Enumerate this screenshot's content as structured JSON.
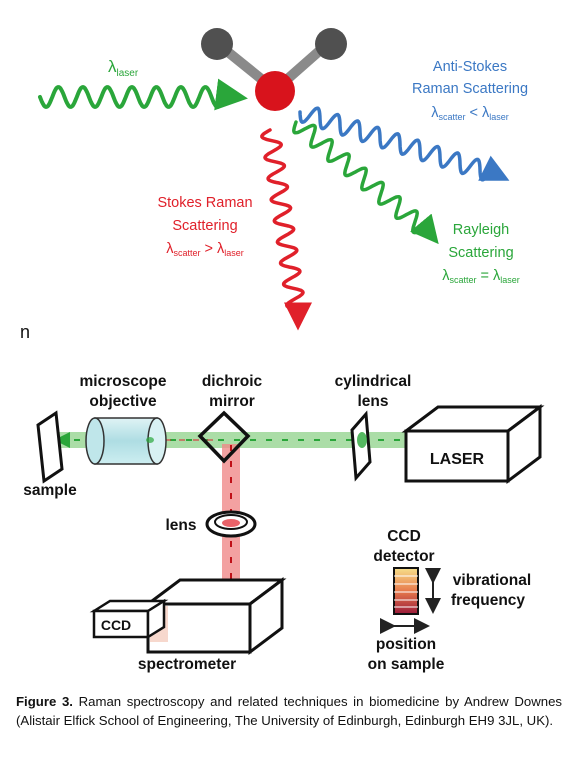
{
  "top_diagram": {
    "laser_label": {
      "sym": "λ",
      "sub": "laser"
    },
    "anti_stokes": {
      "line1": "Anti-Stokes",
      "line2": "Raman Scattering",
      "rel": {
        "sym1": "λ",
        "sub1": "scatter",
        "op": " < ",
        "sym2": "λ",
        "sub2": "laser"
      }
    },
    "stokes": {
      "line1": "Stokes Raman",
      "line2": "Scattering",
      "rel": {
        "sym1": "λ",
        "sub1": "scatter",
        "op": " > ",
        "sym2": "λ",
        "sub2": "laser"
      }
    },
    "rayleigh": {
      "line1": "Rayleigh",
      "line2": "Scattering",
      "rel": {
        "sym1": "λ",
        "sub1": "scatter",
        "op": " = ",
        "sym2": "λ",
        "sub2": "laser"
      }
    },
    "colors": {
      "laser": "#2aa63a",
      "anti_stokes": "#3b78c4",
      "stokes": "#e0202a",
      "rayleigh": "#2aa63a",
      "molecule_center": "#d8131c",
      "molecule_atoms": "#505050"
    }
  },
  "stray_letter": "n",
  "bottom_diagram": {
    "labels": {
      "microscope_1": "microscope",
      "microscope_2": "objective",
      "dichroic_1": "dichroic",
      "dichroic_2": "mirror",
      "cylindrical_1": "cylindrical",
      "cylindrical_2": "lens",
      "laser": "LASER",
      "sample": "sample",
      "lens": "lens",
      "ccd_box": "CCD",
      "spectrometer": "spectrometer",
      "ccd_detector_1": "CCD",
      "ccd_detector_2": "detector",
      "vibrational_1": "vibrational",
      "vibrational_2": "frequency",
      "position_1": "position",
      "position_2": "on sample"
    },
    "colors": {
      "beam_green": "#8fd18a",
      "beam_red": "#f08a8a",
      "objective_fill": "#bfe6ea"
    }
  },
  "caption": {
    "bold": "Figure 3.",
    "text": " Raman spectroscopy and related techniques in biomedicine by Andrew Downes (Alistair Elfick School of Engineering, The University of Edinburgh, Edinburgh EH9 3JL, UK)."
  }
}
